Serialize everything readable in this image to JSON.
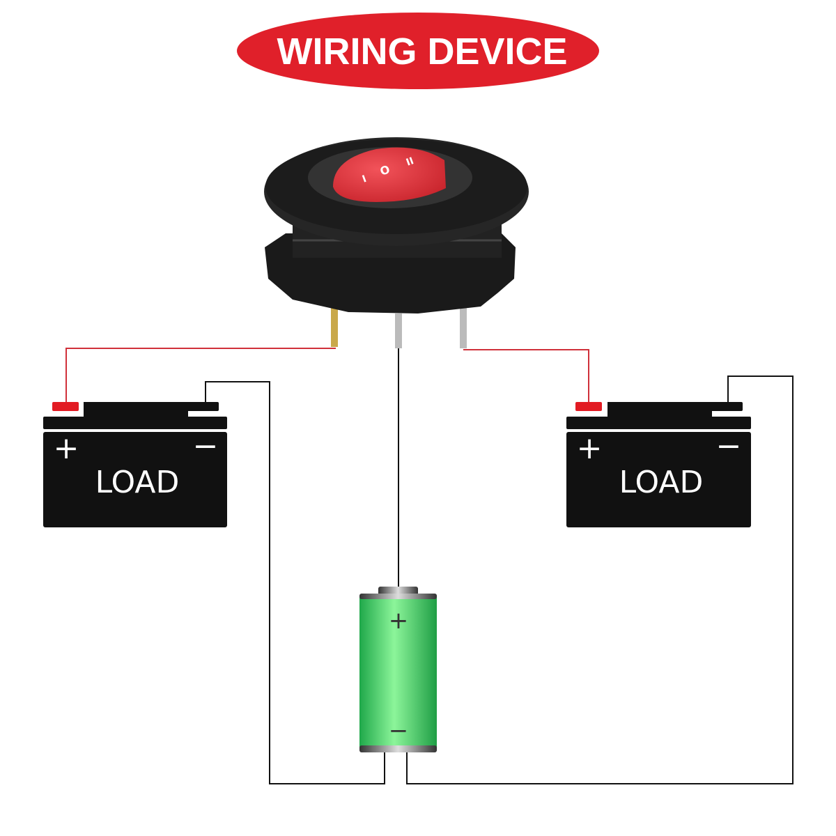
{
  "title": "WIRING DEVICE",
  "switch": {
    "markings": [
      "I",
      "O",
      "II"
    ]
  },
  "loads": [
    {
      "label": "LOAD",
      "positive": "+",
      "negative": "−"
    },
    {
      "label": "LOAD",
      "positive": "+",
      "negative": "−"
    }
  ],
  "battery": {
    "positive": "+",
    "negative": "−"
  },
  "colors": {
    "banner": "#e0202a",
    "positive_wire": "#d0303a",
    "negative_wire": "#111111",
    "battery": "#3ddc6a",
    "rocker": "#e8353d"
  }
}
